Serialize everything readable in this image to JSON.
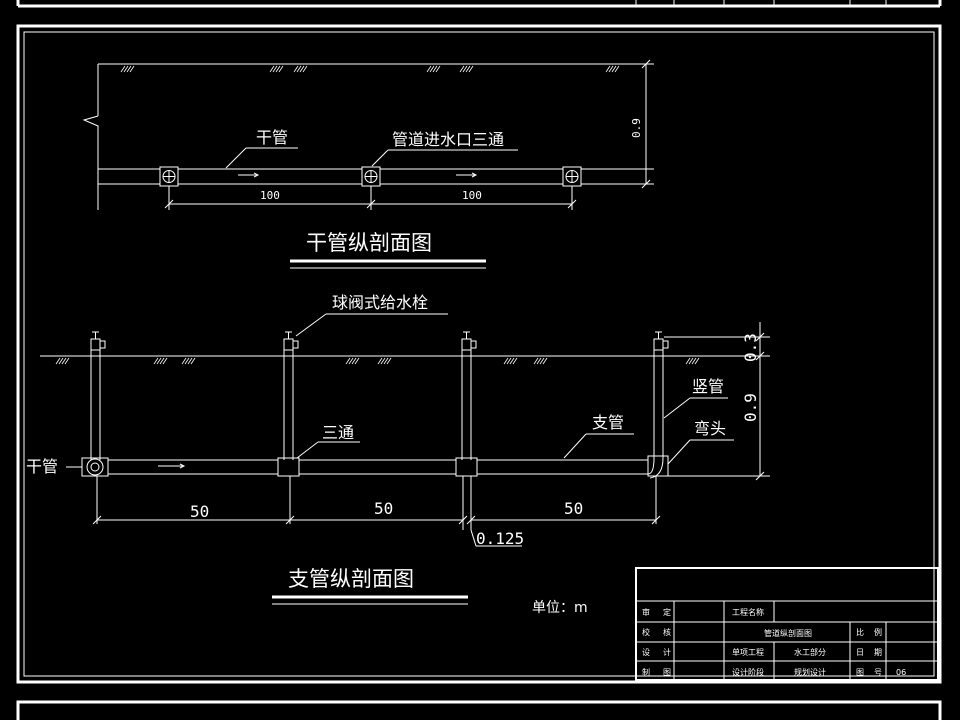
{
  "top_section": {
    "label_main": "干管",
    "label_tee": "管道进水口三通",
    "dim_1": "100",
    "dim_2": "100",
    "depth": "0.9",
    "title": "干管纵剖面图"
  },
  "bottom_section": {
    "label_valve": "球阀式给水栓",
    "label_tee": "三通",
    "label_branch": "支管",
    "label_riser": "竖管",
    "label_elbow": "弯头",
    "label_main": "干管",
    "dim_1": "50",
    "dim_2": "50",
    "dim_3": "50",
    "dim_gap": "0.125",
    "dim_03": "0.3",
    "dim_09": "0.9",
    "title": "支管纵剖面图",
    "unit": "单位：m"
  },
  "title_block": {
    "r1": [
      "审",
      "定"
    ],
    "r2": [
      "校",
      "核"
    ],
    "r3": [
      "设",
      "计"
    ],
    "r4": [
      "制",
      "图"
    ],
    "project_name_label": "工程名称",
    "drawing_name": "管道纵剖面图",
    "scale_label": [
      "比",
      "例"
    ],
    "subproject_label": "单项工程",
    "subproject_value": "水工部分",
    "date_label": [
      "日",
      "期"
    ],
    "stage_label": "设计阶段",
    "stage_value": "规划设计",
    "drawing_no_label": [
      "图",
      "号"
    ],
    "drawing_no": "06"
  },
  "colors": {
    "background": "#000000",
    "lines": "#ffffff"
  }
}
